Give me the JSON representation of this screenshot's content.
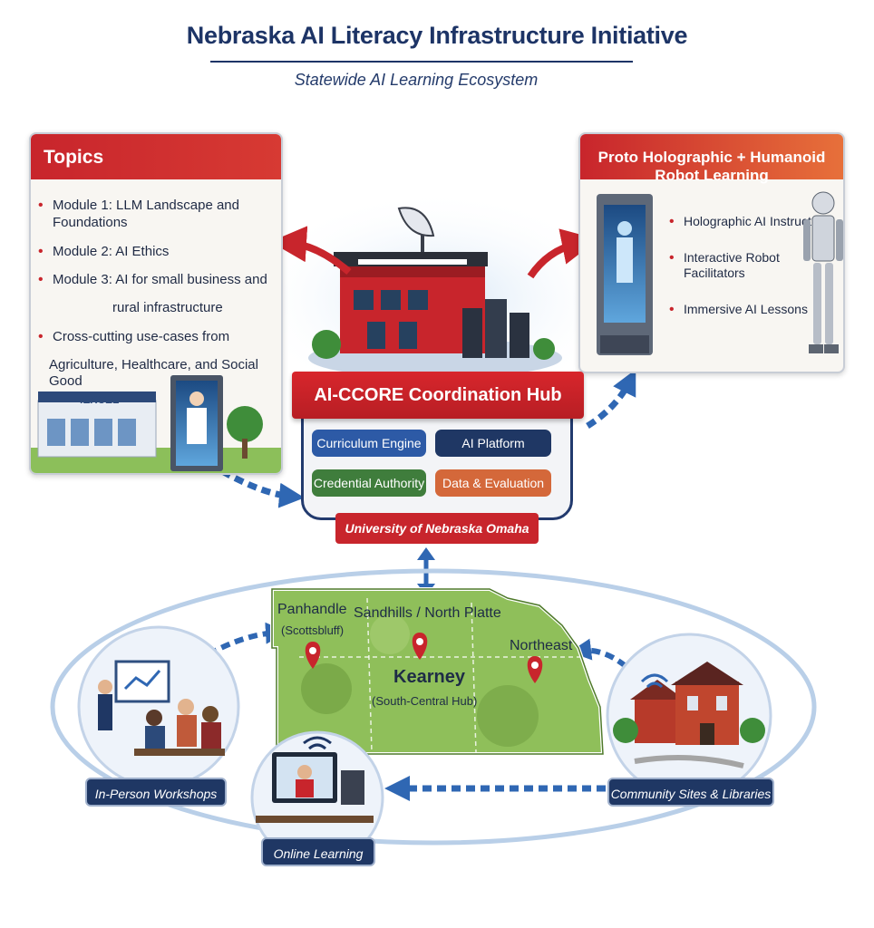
{
  "header": {
    "title": "Nebraska AI Literacy Infrastructure Initiative",
    "subtitle": "Statewide AI Learning Ecosystem"
  },
  "topics_panel": {
    "heading": "Topics",
    "items": [
      "Module 1: LLM Landscape and Foundations",
      "Module 2: AI Ethics",
      "Module 3: AI for small business and",
      "Cross-cutting use-cases from"
    ],
    "item3_continuation": "rural infrastructure",
    "item4_continuation": "Agriculture, Healthcare, and Social Good",
    "building_sign": "iEXCEL"
  },
  "holo_panel": {
    "heading": "Proto Holographic + Humanoid Robot Learning",
    "items": [
      "Holographic AI Instructors",
      "Interactive Robot Facilitators",
      "Immersive AI Lessons"
    ]
  },
  "hub": {
    "title": "AI-CCORE Coordination Hub",
    "components": [
      {
        "label": "Curriculum Engine",
        "color": "#2d5aa6"
      },
      {
        "label": "AI Platform",
        "color": "#1f3764"
      },
      {
        "label": "Credential Authority",
        "color": "#3f7d3c"
      },
      {
        "label": "Data & Evaluation",
        "color": "#d4683a"
      }
    ],
    "host": "University of Nebraska Omaha"
  },
  "map": {
    "regions": {
      "panhandle": "Panhandle",
      "panhandle_city": "(Scottsbluff)",
      "sandhills": "Sandhills / North Platte",
      "northeast": "Northeast",
      "kearney": "Kearney",
      "kearney_note": "(South-Central Hub)"
    }
  },
  "delivery": {
    "in_person": "In-Person Workshops",
    "online": "Online Learning",
    "community": "Community Sites & Libraries"
  },
  "colors": {
    "navy": "#1d3466",
    "red": "#c8252c",
    "blue_arrow": "#2f67b3",
    "map_green": "#7fae4a"
  }
}
